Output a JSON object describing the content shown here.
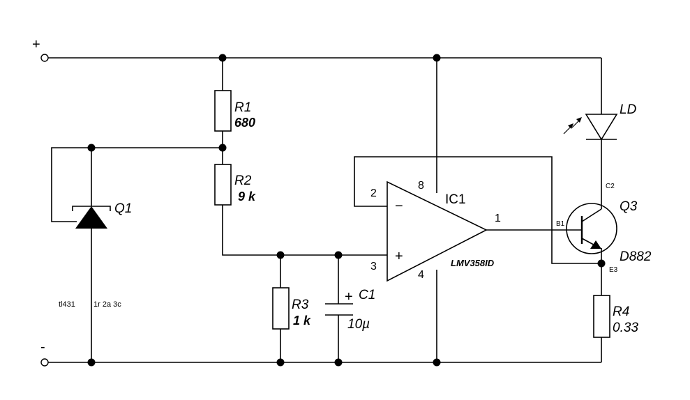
{
  "terminals": {
    "positive": "+",
    "negative": "-"
  },
  "components": {
    "r1": {
      "ref": "R1",
      "value": "680"
    },
    "r2": {
      "ref": "R2",
      "value": "9 k"
    },
    "r3": {
      "ref": "R3",
      "value": "1 k"
    },
    "r4": {
      "ref": "R4",
      "value": "0.33"
    },
    "c1": {
      "ref": "C1",
      "value": "10µ",
      "polarity": "+"
    },
    "q1": {
      "ref": "Q1",
      "part_note": "tl431",
      "pin_note": "1r 2a 3c"
    },
    "q3": {
      "ref": "Q3",
      "part": "D882",
      "base": "B1",
      "collector": "C2",
      "emitter": "E3"
    },
    "ld": {
      "ref": "LD"
    },
    "ic1": {
      "ref": "IC1",
      "part": "LMV358ID",
      "pins": {
        "inverting": "2",
        "non_inverting": "3",
        "vcc": "8",
        "gnd": "4",
        "output": "1"
      },
      "input_signs": {
        "inverting": "−",
        "non_inverting": "+"
      }
    }
  }
}
